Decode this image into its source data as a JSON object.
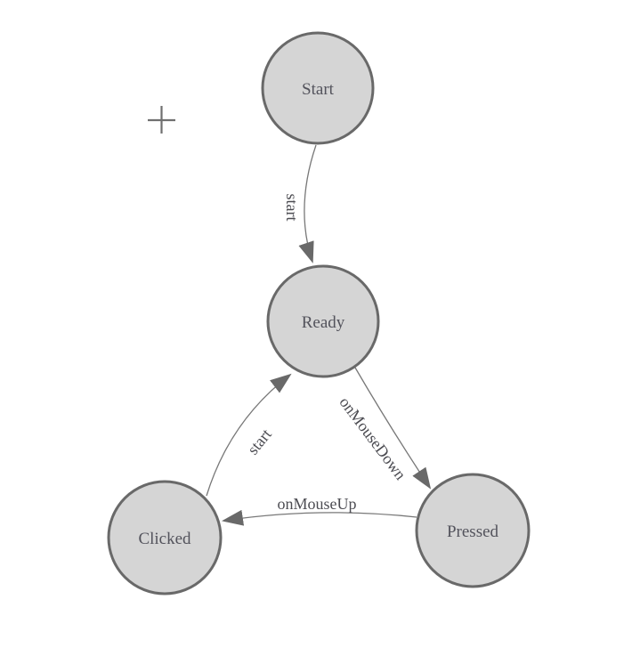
{
  "diagram": {
    "type": "state-machine",
    "nodes": [
      {
        "id": "start",
        "label": "Start"
      },
      {
        "id": "ready",
        "label": "Ready"
      },
      {
        "id": "clicked",
        "label": "Clicked"
      },
      {
        "id": "pressed",
        "label": "Pressed"
      }
    ],
    "edges": [
      {
        "from": "Start",
        "to": "Ready",
        "label": "start"
      },
      {
        "from": "Ready",
        "to": "Pressed",
        "label": "onMouseDown"
      },
      {
        "from": "Clicked",
        "to": "Ready",
        "label": "start"
      },
      {
        "from": "Pressed",
        "to": "Clicked",
        "label": "onMouseUp"
      }
    ],
    "colors": {
      "background": "#ffffff",
      "node_fill": "#d5d5d5",
      "node_stroke": "#696969",
      "edge_stroke": "#787878",
      "arrow_fill": "#696969",
      "node_text": "#53535c",
      "edge_text": "#4c4c52",
      "crosshair": "#707070"
    },
    "cursor": {
      "icon": "plus-crosshair"
    }
  }
}
